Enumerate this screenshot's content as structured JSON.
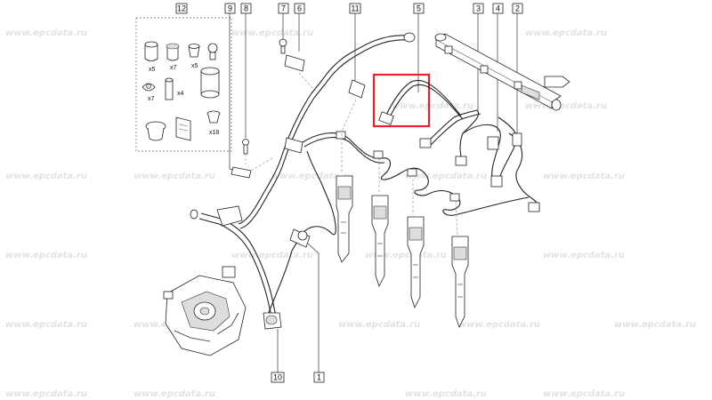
{
  "watermark": "www.epcdata.ru",
  "callouts": [
    {
      "id": "c12",
      "label": "12"
    },
    {
      "id": "c9",
      "label": "9"
    },
    {
      "id": "c8",
      "label": "8"
    },
    {
      "id": "c7",
      "label": "7"
    },
    {
      "id": "c6",
      "label": "6"
    },
    {
      "id": "c11",
      "label": "11"
    },
    {
      "id": "c5",
      "label": "5"
    },
    {
      "id": "c3",
      "label": "3"
    },
    {
      "id": "c4",
      "label": "4"
    },
    {
      "id": "c2",
      "label": "2"
    },
    {
      "id": "c10",
      "label": "10"
    },
    {
      "id": "c1",
      "label": "1"
    }
  ],
  "kit_quantities": [
    "x5",
    "x7",
    "x5",
    "x7",
    "x4",
    "x18"
  ],
  "highlight_color": "#e8212b"
}
